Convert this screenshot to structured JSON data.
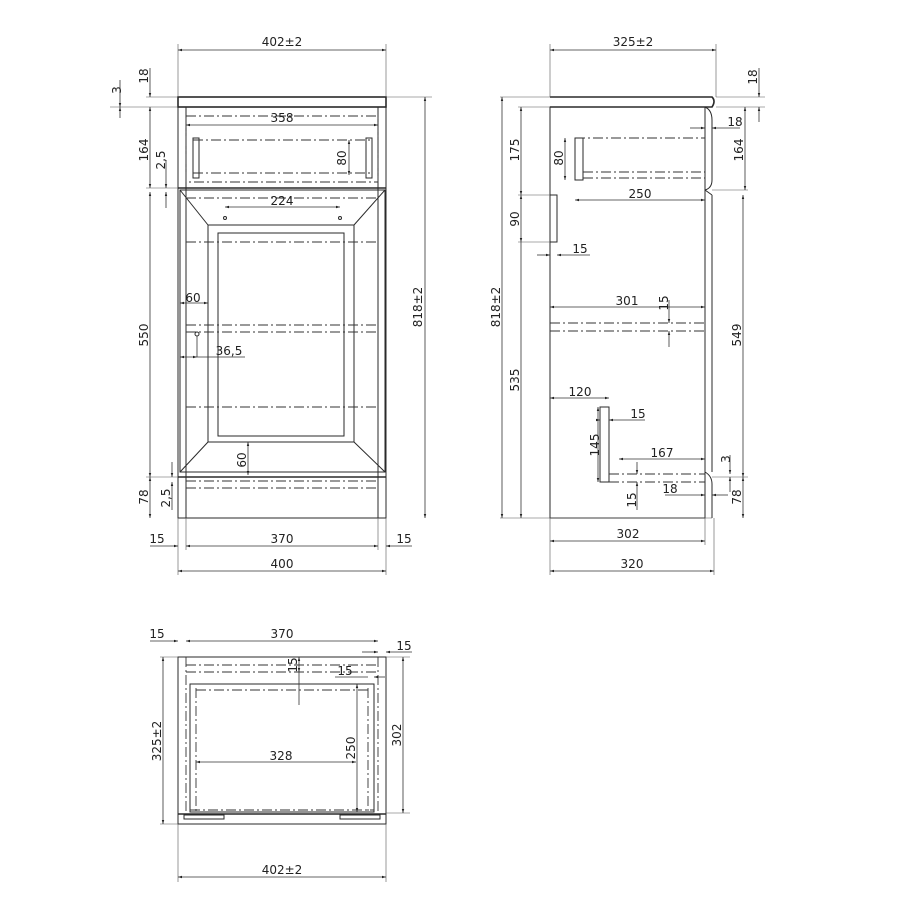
{
  "drawing": {
    "title": "Cabinet technical drawing",
    "line_color": "#2a2a2a",
    "background": "#ffffff"
  },
  "front_view": {
    "overall_width_top": "402±2",
    "top_thickness_left": "3",
    "top_thickness": "18",
    "drawer_height": "164",
    "drawer_gap": "2,5",
    "drawer_inner_width": "358",
    "drawer_depth_mark": "80",
    "handle_spacing": "224",
    "door_height": "550",
    "door_frame_width": "60",
    "handle_offset": "36,5",
    "door_frame_bottom": "60",
    "overall_height": "818±2",
    "plinth_height": "78",
    "plinth_gap": "2,5",
    "side_left": "15",
    "inner_width": "370",
    "side_right": "15",
    "carcass_width": "400"
  },
  "side_view": {
    "overall_depth_top": "325±2",
    "top_thickness": "18",
    "drawer_front_thickness": "18",
    "drawer_front_height": "164",
    "drawer_box_height": "80",
    "drawer_depth": "250",
    "upper_section": "175",
    "rail_height": "90",
    "rail_thickness": "15",
    "overall_height": "818±2",
    "shelf_depth": "301",
    "shelf_thickness": "15",
    "door_height": "549",
    "carcass_height": "535",
    "lower_offset": "120",
    "upright_thickness": "15",
    "upright_height": "145",
    "bottom_depth": "167",
    "gap_3": "3",
    "bottom_thickness": "15",
    "door_thickness": "18",
    "plinth_height": "78",
    "inner_depth": "302",
    "carcass_depth": "320"
  },
  "top_view": {
    "side_left": "15",
    "inner_width": "370",
    "side_right": "15",
    "back_thickness": "15",
    "inner_side": "15",
    "overall_depth": "325±2",
    "inner_width_2": "328",
    "drawer_depth": "250",
    "inner_depth": "302",
    "overall_width": "402±2"
  }
}
